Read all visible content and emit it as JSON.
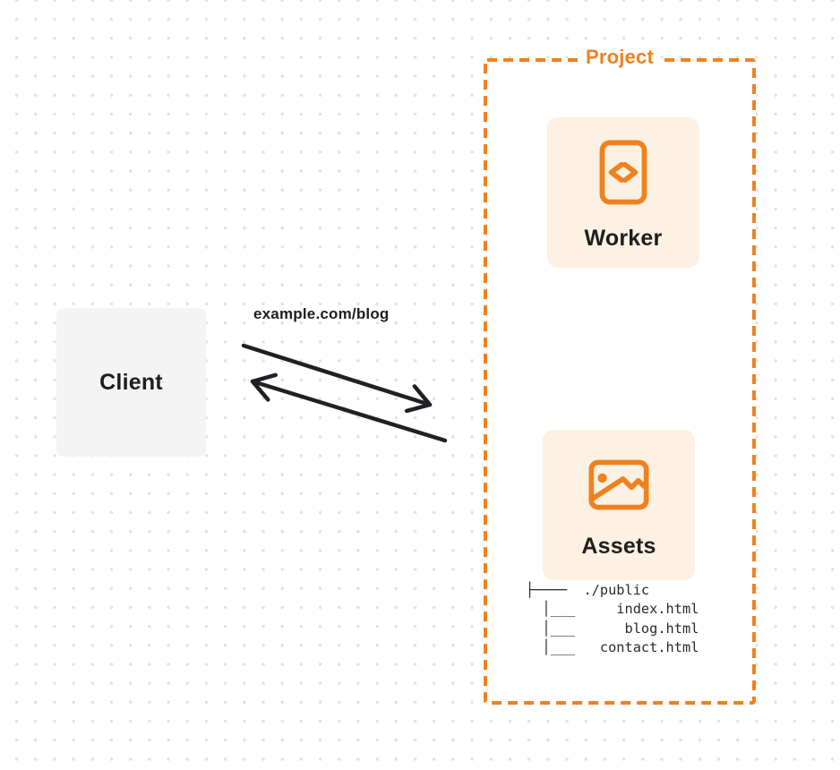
{
  "diagram": {
    "title_note": "client to worker project request flow",
    "colors": {
      "orange": "#F0811F",
      "card_background": "#FCF1E2",
      "client_background": "#F4F4F5",
      "text": "#1D1E20",
      "arrow": "#202124",
      "grid_dot": "#E2E2E2"
    },
    "client": {
      "label": "Client"
    },
    "request": {
      "url_label": "example.com/blog"
    },
    "project": {
      "label": "Project",
      "worker": {
        "label": "Worker",
        "icon": "code-file-icon"
      },
      "assets": {
        "label": "Assets",
        "icon": "image-icon",
        "file_tree_lines": [
          "├────  ./public",
          "  │___     index.html",
          "  │___      blog.html",
          "  │___   contact.html"
        ]
      }
    }
  }
}
